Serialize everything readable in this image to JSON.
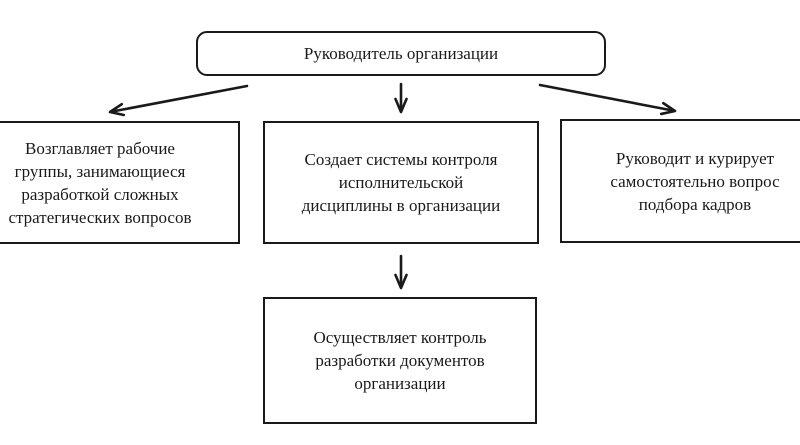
{
  "diagram": {
    "type": "org-flowchart",
    "nodes": {
      "root": {
        "text": "Руководитель организации"
      },
      "left": {
        "text": "Возглавляет рабочие\nгруппы, занимающиеся\nразработкой сложных\nстратегических вопросов"
      },
      "center": {
        "text": "Создает системы контроля\nисполнительской\nдисциплины в организации"
      },
      "right": {
        "text": "Руководит и курирует\nсамостоятельно вопрос\nподбора кадров"
      },
      "bottom": {
        "text": "Осуществляет контроль\nразработки документов\nорганизации"
      }
    },
    "edges": [
      {
        "from": "root",
        "to": "left"
      },
      {
        "from": "root",
        "to": "center"
      },
      {
        "from": "root",
        "to": "right"
      },
      {
        "from": "center",
        "to": "bottom"
      }
    ],
    "colors": {
      "background": "#ffffff",
      "border": "#1a1a1a",
      "text": "#1a1a1a",
      "arrow": "#1a1a1a"
    }
  }
}
